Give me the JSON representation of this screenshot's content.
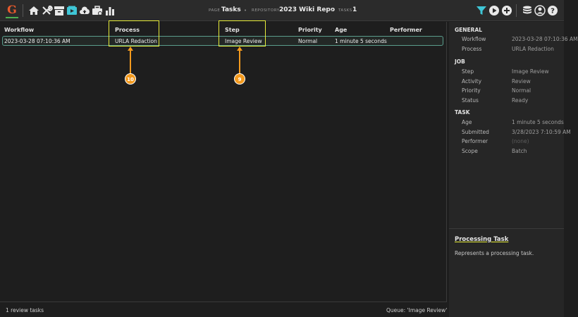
{
  "app": {
    "logo_letter": "G"
  },
  "toolbar": {
    "left_icons": [
      "home-icon",
      "tools-icon",
      "archive-icon",
      "tasks-icon",
      "cloud-upload-icon",
      "toolbox-icon",
      "chart-icon"
    ],
    "right_icons": [
      "filter-icon",
      "play-icon",
      "add-icon",
      "database-icon",
      "user-icon",
      "help-icon"
    ],
    "accent_color": "#3fc6d6"
  },
  "breadcrumb": {
    "page_label": "PAGE",
    "page_value": "Tasks",
    "repository_label": "REPOSITORY",
    "repository_value": "2023 Wiki Repo",
    "tasks_label": "TASKS",
    "tasks_value": "1"
  },
  "table": {
    "columns": [
      "Workflow",
      "Process",
      "Step",
      "Priority",
      "Age",
      "Performer"
    ],
    "rows": [
      {
        "workflow": "2023-03-28 07:10:36 AM",
        "process": "URLA Redaction",
        "step": "Image Review",
        "priority": "Normal",
        "age": "1 minute 5 seconds",
        "performer": ""
      }
    ]
  },
  "annotations": {
    "callout_process": "10",
    "callout_step": "9",
    "highlight_color": "#e6ec3a",
    "callout_color": "#f39a1e"
  },
  "footer": {
    "left": "1 review tasks",
    "right": "Queue: 'Image Review'"
  },
  "properties": {
    "general": {
      "title": "GENERAL",
      "items": [
        {
          "key": "Workflow",
          "value": "2023-03-28 07:10:36 AM"
        },
        {
          "key": "Process",
          "value": "URLA Redaction"
        }
      ]
    },
    "job": {
      "title": "JOB",
      "items": [
        {
          "key": "Step",
          "value": "Image Review"
        },
        {
          "key": "Activity",
          "value": "Review"
        },
        {
          "key": "Priority",
          "value": "Normal"
        },
        {
          "key": "Status",
          "value": "Ready"
        }
      ]
    },
    "task": {
      "title": "TASK",
      "items": [
        {
          "key": "Age",
          "value": "1 minute 5 seconds"
        },
        {
          "key": "Submitted",
          "value": "3/28/2023 7:10:59 AM"
        },
        {
          "key": "Performer",
          "value": "(none)"
        },
        {
          "key": "Scope",
          "value": "Batch"
        }
      ]
    }
  },
  "description": {
    "title": "Processing Task",
    "text": "Represents a processing task."
  }
}
